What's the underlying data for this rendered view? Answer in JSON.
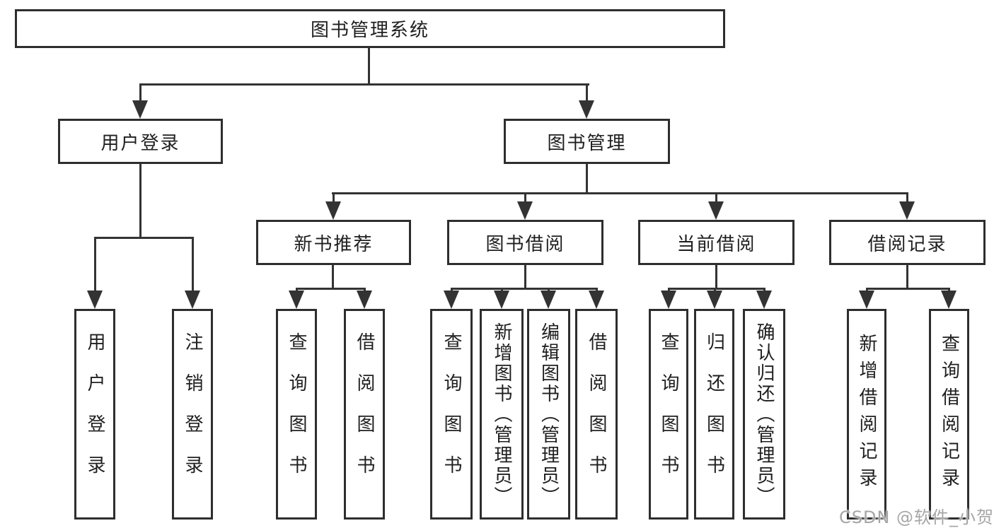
{
  "title": "图书管理系统",
  "nodes": {
    "root": "图书管理系统",
    "user_login": "用户登录",
    "book_mgmt": "图书管理",
    "new_book_rec": "新书推荐",
    "book_borrow": "图书借阅",
    "current_borrow": "当前借阅",
    "borrow_record": "借阅记录"
  },
  "leaves": {
    "user_login": [
      "用户登录",
      "注销登录"
    ],
    "new_book_rec": [
      "查询图书",
      "借阅图书"
    ],
    "book_borrow": [
      "查询图书",
      "新增图书（管理员）",
      "编辑图书（管理员）",
      "借阅图书"
    ],
    "current_borrow": [
      "查询图书",
      "归还图书",
      "确认归还（管理员）"
    ],
    "borrow_record": [
      "新增借阅记录",
      "查询借阅记录"
    ]
  },
  "watermark": "CSDN @软件_小贺同学",
  "colors": {
    "line": "#333333",
    "box_border": "#2e2e2e",
    "text": "#1f1f1f",
    "background": "#ffffff",
    "watermark": "#a6a6a6"
  }
}
